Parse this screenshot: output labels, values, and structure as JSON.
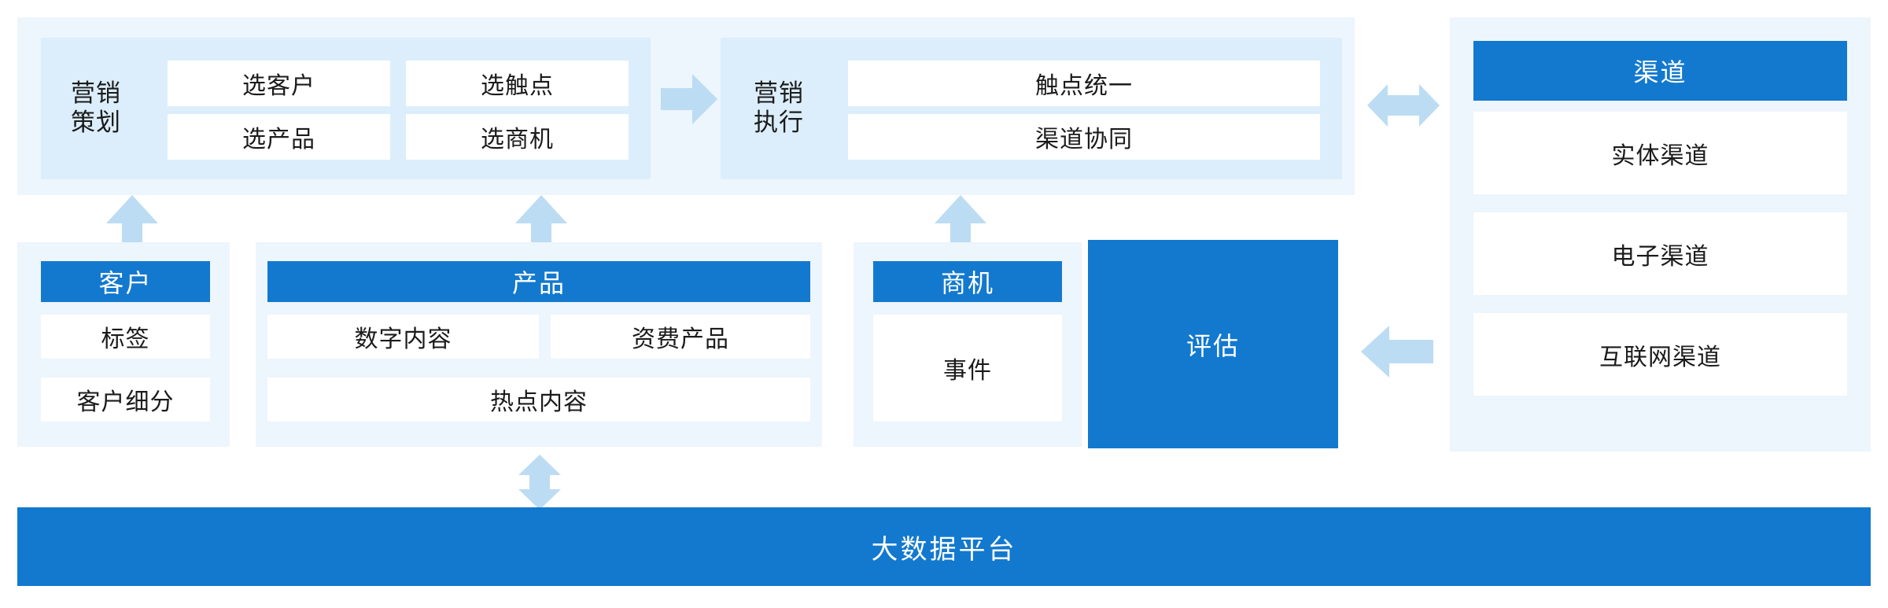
{
  "diagram": {
    "title_text": "",
    "colors": {
      "brand_blue": "#1379ce",
      "panel_pale": "#edf5fd",
      "panel_light": "#dceefb",
      "arrow_blue": "#bcdcf3",
      "card_white": "#ffffff",
      "text_dark": "#1b1b1b",
      "text_light": "#ffffff"
    }
  },
  "top": {
    "planning": {
      "label": "营销\n策划",
      "label_line1": "营销",
      "label_line2": "策划",
      "items": [
        "选客户",
        "选触点",
        "选产品",
        "选商机"
      ]
    },
    "execution": {
      "label_line1": "营销",
      "label_line2": "执行",
      "items": [
        "触点统一",
        "渠道协同"
      ]
    }
  },
  "channel": {
    "header": "渠道",
    "items": [
      "实体渠道",
      "电子渠道",
      "互联网渠道"
    ]
  },
  "middle": {
    "customer": {
      "header": "客户",
      "items": [
        "标签",
        "客户细分"
      ]
    },
    "product": {
      "header": "产品",
      "items": [
        "数字内容",
        "资费产品",
        "热点内容"
      ]
    },
    "opportunity": {
      "header": "商机",
      "items": [
        "事件"
      ]
    },
    "evaluation": {
      "label": "评估"
    }
  },
  "footer": {
    "label": "大数据平台"
  },
  "arrows": [
    {
      "name": "planning-to-execution",
      "direction": "right"
    },
    {
      "name": "execution-to-channel",
      "direction": "both-horizontal"
    },
    {
      "name": "channel-to-evaluation",
      "direction": "left"
    },
    {
      "name": "customer-to-planning",
      "direction": "up"
    },
    {
      "name": "product-to-planning",
      "direction": "up"
    },
    {
      "name": "opportunity-to-execution",
      "direction": "up"
    },
    {
      "name": "product-to-bigdata",
      "direction": "both-vertical"
    }
  ]
}
